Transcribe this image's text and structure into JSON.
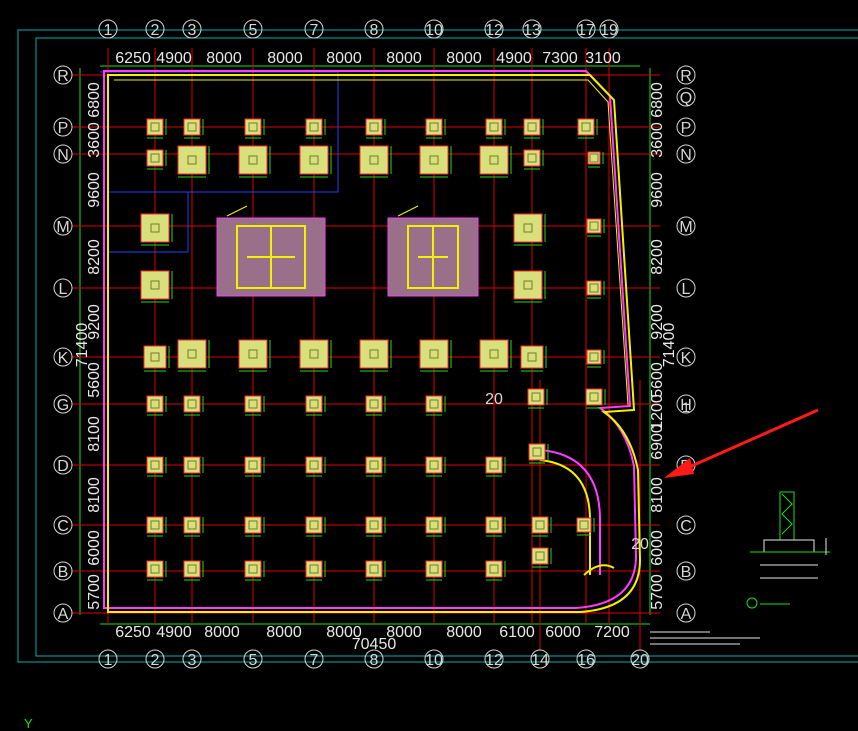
{
  "colors": {
    "background": "#000000",
    "border": "#00b0b0",
    "grid_line": "#e00000",
    "dimension": "#e8e8e8",
    "bubble": "#d8d8d8",
    "column": "#d7e07a",
    "column_edge": "#ff2a2a",
    "core": "#9a6f8a",
    "wall_yellow": "#f2f200",
    "wall_magenta": "#ff3cff",
    "rebar_green": "#19e019",
    "arrow": "#ff1a1a"
  },
  "axes": {
    "top_labels": [
      "1",
      "2",
      "3",
      "5",
      "7",
      "8",
      "10",
      "12",
      "13",
      "17",
      "19"
    ],
    "bottom_labels": [
      "1",
      "2",
      "3",
      "5",
      "7",
      "8",
      "10",
      "12",
      "14",
      "16",
      "20"
    ],
    "row_labels": [
      "R",
      "P",
      "N",
      "M",
      "L",
      "K",
      "G",
      "D",
      "C",
      "B",
      "A"
    ],
    "right_labels": [
      "R",
      "Q",
      "P",
      "N",
      "M",
      "L",
      "K",
      "H",
      "D",
      "C",
      "B",
      "A"
    ],
    "right_h1_label": "1",
    "g_axis_label": "20",
    "c_axis_label": "20"
  },
  "dimensions": {
    "top_spans": [
      "6250",
      "4900",
      "8000",
      "8000",
      "8000",
      "8000",
      "8000",
      "4900",
      "7300",
      "3100"
    ],
    "bottom_spans": [
      "6250",
      "4900",
      "8000",
      "8000",
      "8000",
      "8000",
      "8000",
      "6100",
      "6000",
      "7200"
    ],
    "bottom_total": "70450",
    "left_spans": [
      "6800",
      "3600",
      "9600",
      "8200",
      "9200",
      "5600",
      "8100",
      "8100",
      "6000",
      "5700"
    ],
    "left_total": "71400",
    "right_spans": [
      "6800",
      "3600",
      "9600",
      "8200",
      "9200",
      "5600",
      "6900",
      "8100",
      "6000",
      "5700"
    ],
    "right_mid_extra": "1200",
    "right_total": "71400"
  },
  "viewport": {
    "y_axis_label": "Y"
  }
}
